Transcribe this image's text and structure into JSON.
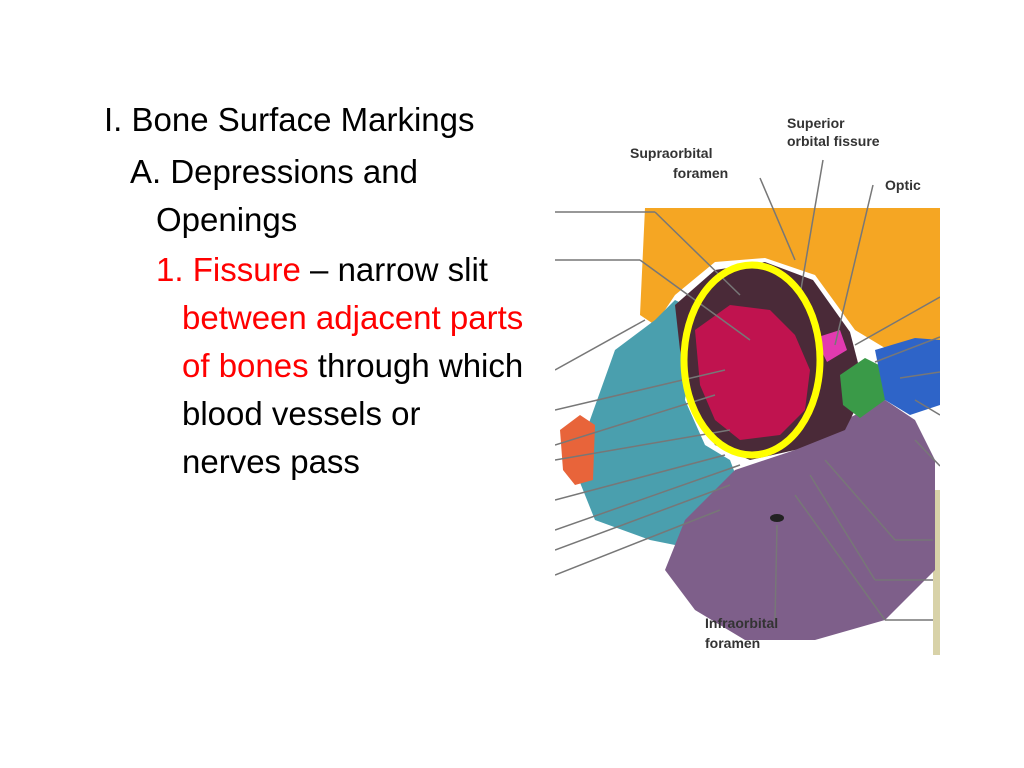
{
  "outline": {
    "heading": "I. Bone Surface Markings",
    "subheading": "A. Depressions and Openings",
    "item_number": "1.",
    "item_term": "Fissure",
    "item_dash": " – narrow slit ",
    "item_red": "between adjacent parts of bones",
    "item_rest": " through which blood vessels or nerves pass"
  },
  "figure": {
    "label_superior_1": "Superior",
    "label_superior_2": "orbital fissure",
    "label_supraorbital_1": "Supraorbital",
    "label_supraorbital_2": "foramen",
    "label_optic": "Optic",
    "label_infraorbital_1": "Infraorbital",
    "label_infraorbital_2": "foramen",
    "highlight_color": "#ffff00",
    "colors": {
      "frontal": "#f5a623",
      "maxilla": "#4a9fae",
      "zygomatic": "#7e5f8a",
      "orbit": "#c0134f",
      "sphenoid": "#3a9a48",
      "ethmoid": "#2e64c8",
      "lacrimal": "#e8643a"
    }
  }
}
